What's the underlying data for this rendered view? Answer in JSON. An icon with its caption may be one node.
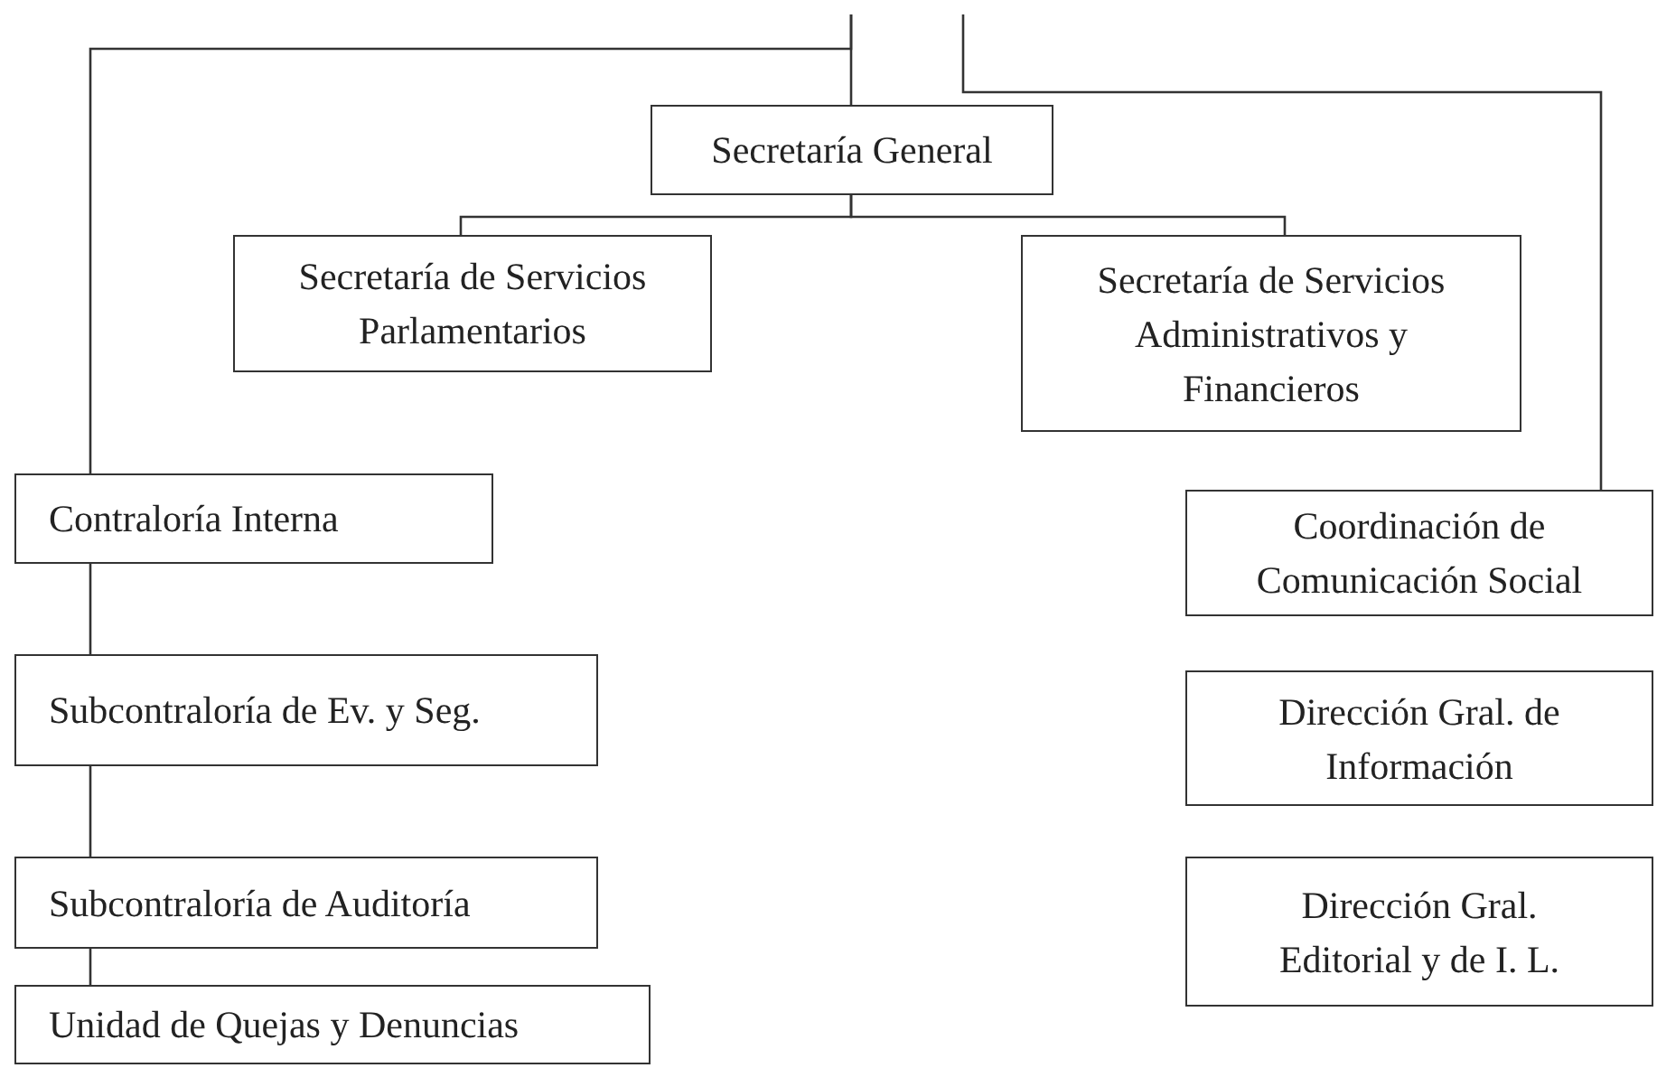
{
  "diagram": {
    "nodes": [
      {
        "text": [
          "Secretaría General"
        ]
      },
      {
        "text": [
          "Secretaría de Servicios Parlamentarios"
        ]
      },
      {
        "text": [
          "Secretaría de Servicios Administrativos y Financieros"
        ]
      },
      {
        "text": [
          "Contraloría Interna"
        ]
      },
      {
        "text": [
          "Coordinación de Comunicación Social"
        ]
      },
      {
        "text": [
          "Subcontraloría de Ev. y Seg."
        ]
      },
      {
        "text": [
          "Dirección Gral. de Información"
        ]
      },
      {
        "text": [
          "Subcontraloría de Auditoría"
        ]
      },
      {
        "text": [
          "Dirección Gral. Editorial y de I. L."
        ]
      },
      {
        "text": [
          "Unidad de Quejas y Denuncias"
        ]
      }
    ],
    "edges": [
      {
        "from": null,
        "to": 0,
        "arrow": "none"
      },
      {
        "from": null,
        "to": 3,
        "arrow": "none"
      },
      {
        "from": null,
        "to": 4,
        "arrow": "none"
      },
      {
        "from": 0,
        "to": 1,
        "arrow": "none"
      },
      {
        "from": 0,
        "to": 2,
        "arrow": "none"
      },
      {
        "from": 3,
        "to": 5,
        "arrow": "none"
      },
      {
        "from": 5,
        "to": 7,
        "arrow": "none"
      },
      {
        "from": 7,
        "to": 9,
        "arrow": "none"
      }
    ]
  }
}
